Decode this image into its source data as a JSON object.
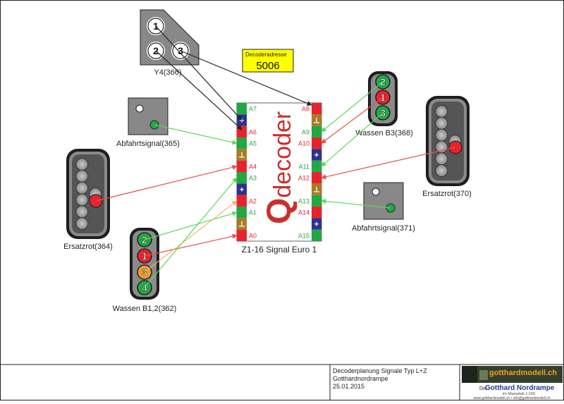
{
  "decoder": {
    "brand_q": "Q",
    "brand_rest": "decoder",
    "caption": "Z1-16 Signal Euro 1",
    "plus_symbol": "+",
    "ground_symbol": "⊥",
    "left_pins": [
      "A7",
      "+",
      "A6",
      "A5",
      "⊥",
      "A4",
      "A3",
      "+",
      "A2",
      "A1",
      "⊥",
      "A0"
    ],
    "right_pins": [
      "A8",
      "⊥",
      "A9",
      "A10",
      "+",
      "A11",
      "A12",
      "⊥",
      "A13",
      "A14",
      "+",
      "A15"
    ]
  },
  "address": {
    "label": "Decoderadresse",
    "value": "5006"
  },
  "signals": {
    "y4": {
      "caption": "Y4(366)",
      "numbers": [
        "1",
        "2",
        "3"
      ]
    },
    "abfahrt365": {
      "caption": "Abfahrtsignal(365)"
    },
    "ersatzrot364": {
      "caption": "Ersatzrot(364)"
    },
    "wassen_b12": {
      "caption": "Wassen B1,2(362)",
      "numbers": [
        "2",
        "1",
        "3",
        "4"
      ]
    },
    "wassen_b3": {
      "caption": "Wassen B3(368)",
      "numbers": [
        "2",
        "1",
        "3"
      ]
    },
    "ersatzrot370": {
      "caption": "Ersatzrot(370)"
    },
    "abfahrt371": {
      "caption": "Abfahrtsignal(371)"
    }
  },
  "title_block": {
    "line1": "Decoderplanung Signale Typ L+Z",
    "line2": "Gotthardnordrampe",
    "line3": "25.01.2015",
    "logo_text": "gotthardmodell.ch",
    "die": "Die",
    "brand": "Gotthard Nordrampe",
    "scale": "im Massstab 1:160",
    "contact": "www.gotthardmodell.ch • info@gotthardmodell.ch"
  },
  "colors": {
    "red": "#e8232d",
    "green": "#21a845",
    "blue": "#2e3192",
    "brown": "#a97c24",
    "yellow": "#ffff00",
    "orange": "#f29d2d",
    "wire_green": "#5ad85a",
    "wire_red": "#e8504a",
    "wire_orange": "#f5b070",
    "wire_black": "#222222"
  }
}
